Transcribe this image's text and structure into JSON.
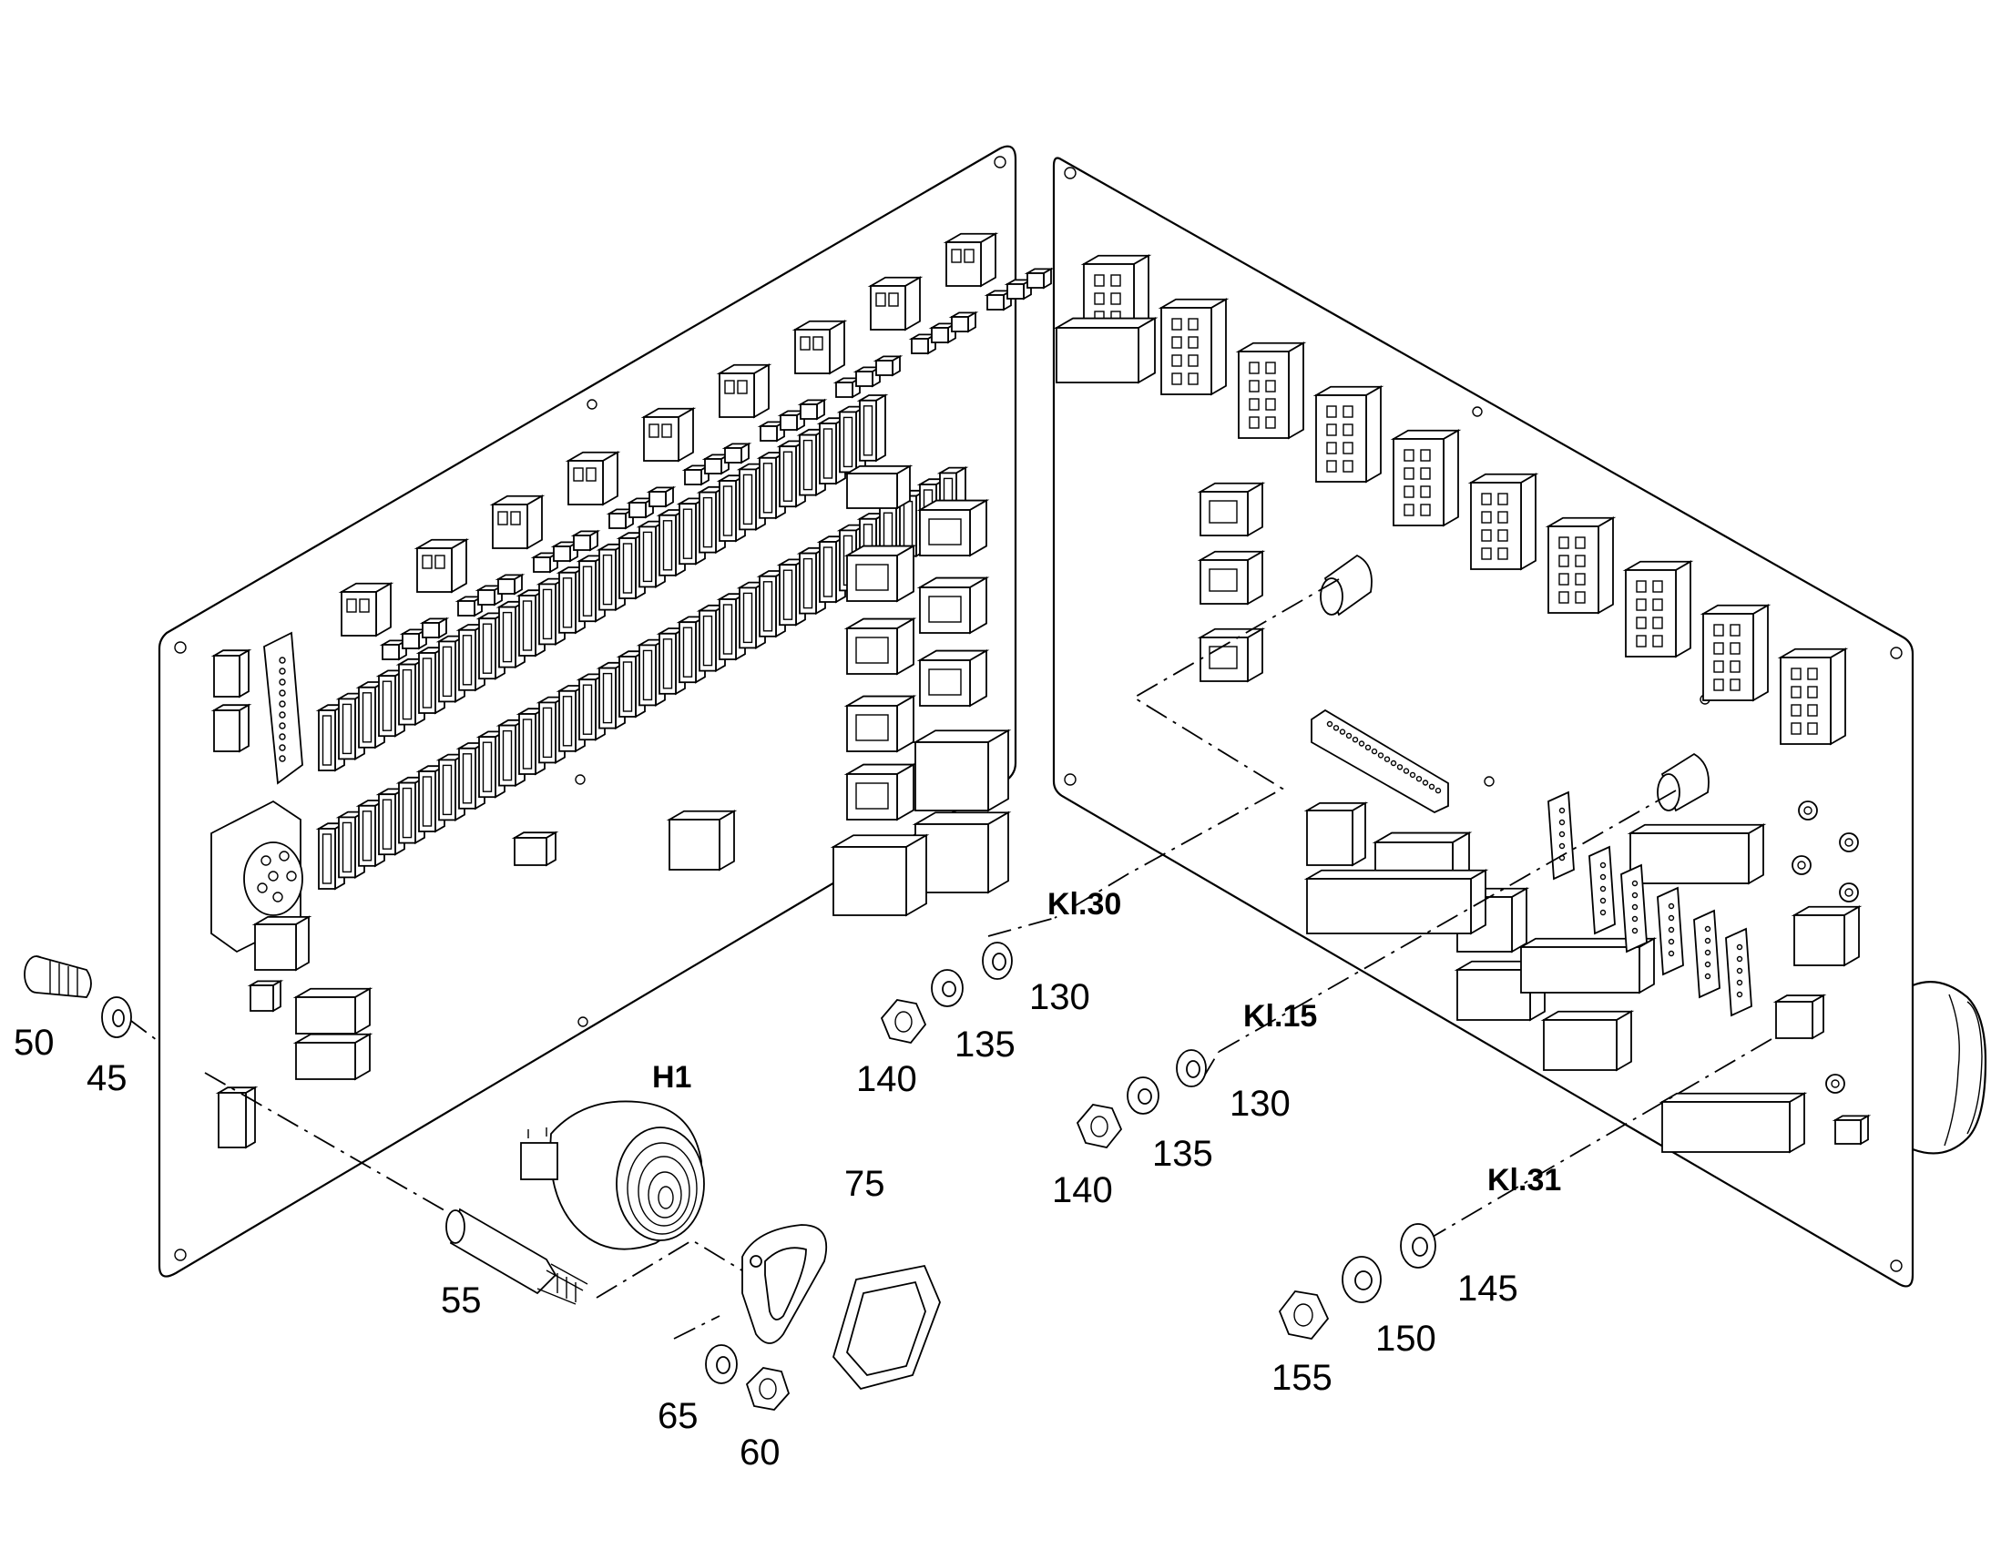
{
  "callouts": {
    "c50": "50",
    "c45": "45",
    "c55": "55",
    "c65": "65",
    "c60": "60",
    "c75": "75",
    "h1": "H1",
    "kl30": "Kl.30",
    "kl15": "Kl.15",
    "kl31": "Kl.31",
    "c140a": "140",
    "c135a": "135",
    "c130a": "130",
    "c140b": "140",
    "c135b": "135",
    "c130b": "130",
    "c155": "155",
    "c150": "150",
    "c145": "145"
  }
}
